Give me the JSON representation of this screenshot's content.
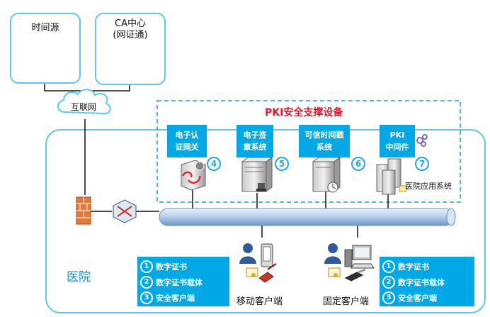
{
  "time_source": {
    "label": "时间源"
  },
  "ca_center": {
    "line1": "CA中心",
    "line2": "(网证通)"
  },
  "internet": {
    "label": "互联网"
  },
  "pki": {
    "title": "PKI安全支撑设备",
    "devices": [
      {
        "line1": "电子认",
        "line2": "证网关",
        "num": "4"
      },
      {
        "line1": "电子签",
        "line2": "章系统",
        "num": "5"
      },
      {
        "line1": "可信时间戳",
        "line2": "系统",
        "num": "6"
      },
      {
        "line1": "PKI",
        "line2": "中间件",
        "num": "7"
      }
    ],
    "app_system": "医院应用系统"
  },
  "hospital": {
    "label": "医院"
  },
  "left_legend": [
    {
      "num": "1",
      "text": "数字证书"
    },
    {
      "num": "2",
      "text": "数字证书载体"
    },
    {
      "num": "3",
      "text": "安全客户端"
    }
  ],
  "right_legend": [
    {
      "num": "1",
      "text": "数字证书"
    },
    {
      "num": "2",
      "text": "数字证书载体"
    },
    {
      "num": "3",
      "text": "安全客户端"
    }
  ],
  "mobile_client": {
    "label": "移动客户端"
  },
  "fixed_client": {
    "label": "固定客户端"
  },
  "colors": {
    "accent": "#00a9e6",
    "title_red": "#e0182d",
    "border": "#5ec8e8"
  }
}
